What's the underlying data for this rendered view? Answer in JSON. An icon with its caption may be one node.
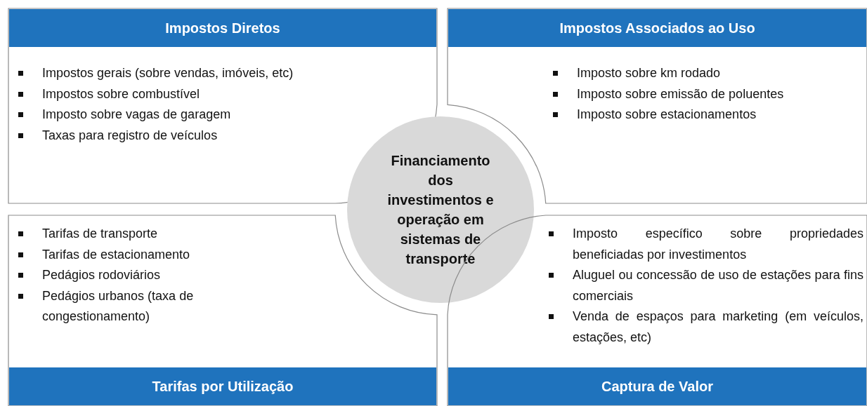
{
  "diagram": {
    "nodes": [
      {
        "text": [
          "Impostos Diretos",
          "Impostos gerais (sobre vendas, imóveis, etc)",
          "Impostos sobre combustível",
          "Imposto sobre vagas de garagem",
          "Taxas para registro de veículos"
        ]
      },
      {
        "text": [
          "Impostos Associados ao Uso",
          "Imposto sobre km rodado",
          "Imposto sobre emissão de poluentes",
          "Imposto sobre estacionamentos"
        ]
      },
      {
        "text": [
          "Financiamento dos investimentos e operação em sistemas de transporte"
        ]
      },
      {
        "text": [
          "Tarifas por Utilização",
          "Tarifas de transporte",
          "Tarifas de estacionamento",
          "Pedágios rodoviários",
          "Pedágios urbanos (taxa de congestionamento)"
        ]
      },
      {
        "text": [
          "Captura de Valor",
          "Imposto específico sobre propriedades beneficiadas por investimentos",
          "Aluguel ou concessão de uso de estações para fins comerciais",
          "Venda de espaços para marketing (em veículos, estações, etc)"
        ]
      }
    ],
    "edges": []
  }
}
